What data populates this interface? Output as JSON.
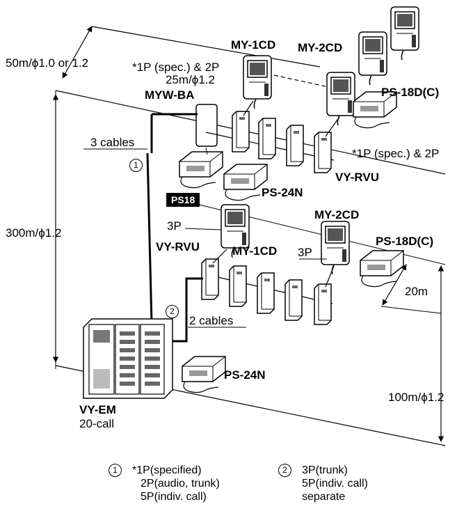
{
  "labels": {
    "dist_top": "50m/ϕ1.0 or 1.2",
    "dist_left": "300m/ϕ1.2",
    "dist_right": "100m/ϕ1.2",
    "dist_20m": "20m",
    "mywba": "MYW-BA",
    "my1cd_top": "MY-1CD",
    "my2cd_top": "MY-2CD",
    "spec1": "*1P (spec.) & 2P",
    "spec1b": "25m/ϕ1.2",
    "spec2": "*1P (spec.) & 2P",
    "ps18dc_top": "PS-18D(C)",
    "ps24n_top": "PS-24N",
    "vyrvu_top": "VY-RVU",
    "ps18": "PS18",
    "cables3": "3 cables",
    "cables2": "2 cables",
    "threep_left": "3P",
    "threep_right": "3P",
    "vyrvu_mid": "VY-RVU",
    "my1cd_mid": "MY-1CD",
    "my2cd_mid": "MY-2CD",
    "ps18dc_mid": "PS-18D(C)",
    "vyem": "VY-EM",
    "call20": "20-call",
    "ps24n_bottom": "PS-24N",
    "circle1": "①",
    "circle2": "②"
  },
  "legend": {
    "item1": {
      "num": "1",
      "lines": [
        "*1P(specified)",
        "2P(audio, trunk)",
        "5P(indiv. call)"
      ]
    },
    "item2": {
      "num": "2",
      "lines": [
        "3P(trunk)",
        "5P(indiv. call)",
        "separate"
      ]
    }
  }
}
